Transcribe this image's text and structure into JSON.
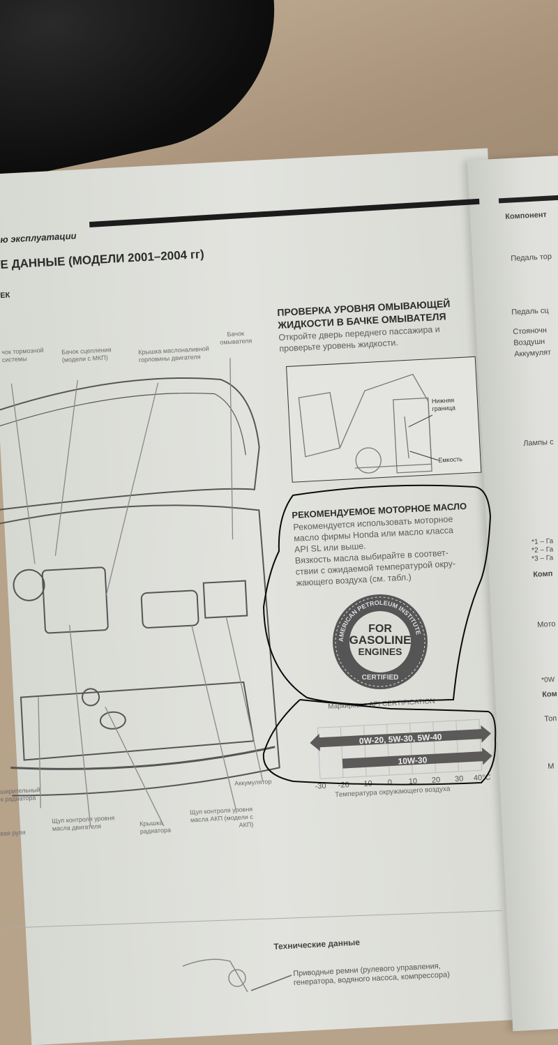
{
  "left_page": {
    "section_header": "ю эксплуатации",
    "title": "Е ДАННЫЕ (МОДЕЛИ 2001–2004 гг)",
    "subtitle": "ЕК",
    "engine_labels": {
      "brake_reservoir": "чок тормозной системы",
      "clutch_reservoir": "Бачок сцепления (модели с МКП)",
      "oil_filler_cap": "Крышка маслоналивной горловины двигателя",
      "washer_reservoir": "Бачок омывателя",
      "expansion_tank": "ширительный к радиатора",
      "steering": "вая руля",
      "engine_dipstick": "Щуп контроля уровня масла двигателя",
      "radiator_cap": "Крышка радиатора",
      "atf_dipstick": "Щуп контроля уровня масла АКП (модели с АКП)",
      "battery": "Аккумулятор"
    },
    "washer_section": {
      "title_line1": "ПРОВЕРКА УРОВНЯ ОМЫВАЮЩЕЙ",
      "title_line2": "ЖИДКОСТИ В БАЧКЕ ОМЫВАТЕЛЯ",
      "text_line1": "Откройте дверь переднего пассажира и",
      "text_line2": "проверьте уровень жидкости.",
      "label_lower": "Нижняя граница",
      "label_tank": "Емкость"
    },
    "oil_section": {
      "title": "РЕКОМЕНДУЕМОЕ МОТОРНОЕ МАСЛО",
      "lines": [
        "Рекомендуется использовать моторное",
        "масло фирмы Honda или масло класса",
        "API SL или выше.",
        "Вязкость масла выбирайте в соответ-",
        "ствии с ожидаемой температурой окру-",
        "жающего воздуха (см. табл.)"
      ],
      "seal_ring": "AMERICAN PETROLEUM INSTITUTE",
      "seal_center": [
        "FOR",
        "GASOLINE",
        "ENGINES"
      ],
      "seal_bottom": "CERTIFIED",
      "seal_caption": "Маркировка API CERTIFICATION"
    },
    "bottom": {
      "title": "Технические данные",
      "belt_line1": "Приводные ремни (рулевого управления,",
      "belt_line2": "генератора, водяного насоса, компрессора)"
    }
  },
  "chart_data": {
    "type": "bar",
    "orientation": "horizontal-range",
    "title": "",
    "xlabel": "Температура окружающего воздуха",
    "unit": "°C",
    "xlim": [
      -30,
      40
    ],
    "ticks": [
      "-30",
      "-20",
      "-10",
      "0",
      "10",
      "20",
      "30",
      "40°C"
    ],
    "tick_values": [
      -30,
      -20,
      -10,
      0,
      10,
      20,
      30,
      40
    ],
    "grid": true,
    "series": [
      {
        "name": "0W-20, 5W-30, 5W-40",
        "from": -30,
        "to": 40,
        "arrow_left": true,
        "arrow_right": true
      },
      {
        "name": "10W-30",
        "from": -20,
        "to": 40,
        "arrow_left": false,
        "arrow_right": true
      }
    ],
    "bar_color": "#5c5a58"
  },
  "right_page": {
    "column_header": "Компонент",
    "rows": [
      "Педаль тор",
      "Педаль сц",
      "Стояночн",
      "Воздушн",
      "Аккумулят",
      "Лампы с"
    ],
    "footnotes": [
      "*1 – Га",
      "*2 – Га",
      "*3 – Га"
    ],
    "header2": "Комп",
    "row_motor": "Мото",
    "footnote_0w": "*0W",
    "header3": "Ком",
    "row_fuel": "Топ",
    "row_m": "М"
  }
}
